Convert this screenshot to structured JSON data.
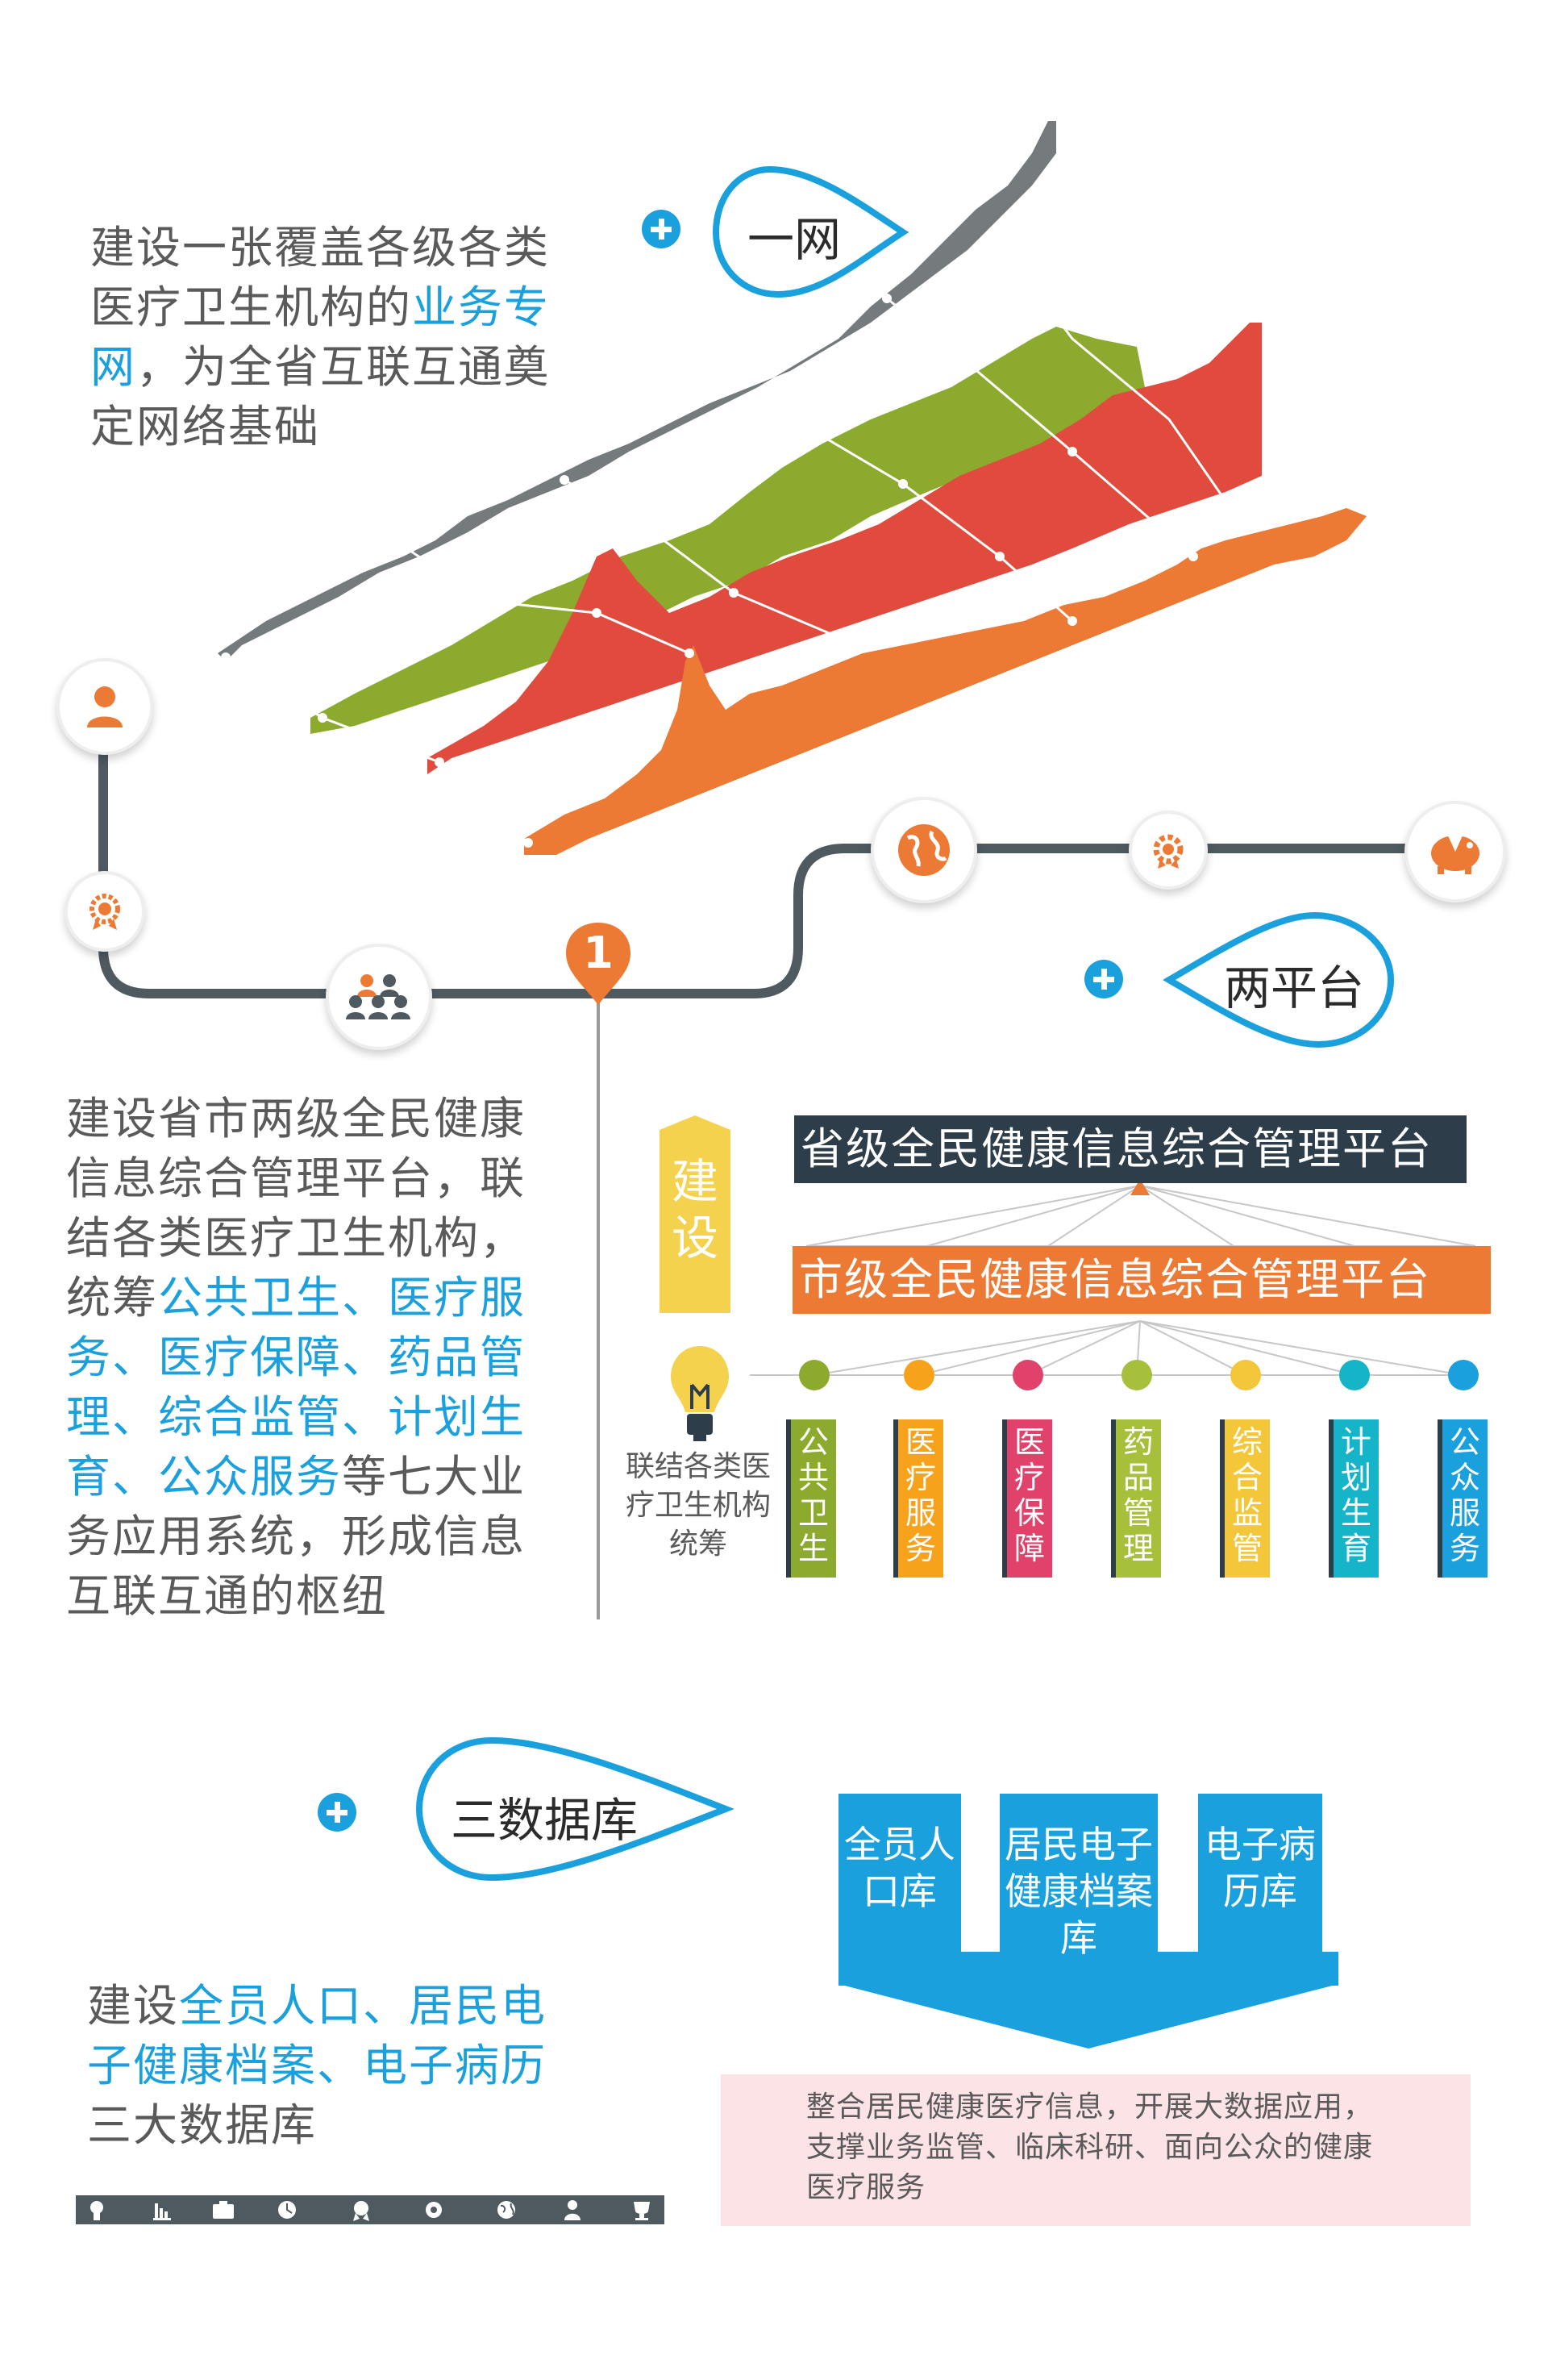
{
  "section1": {
    "label": "一网",
    "text_parts": [
      "建设一张覆盖各级各类医疗卫生机构的",
      "业务专网",
      "，为全省互联互通奠定网络基础"
    ]
  },
  "section2": {
    "label": "两平台",
    "build_label": "建设",
    "provincial_platform": "省级全民健康信息综合管理平台",
    "city_platform": "市级全民健康信息综合管理平台",
    "connect_caption": "联结各类医疗卫生机构统筹",
    "systems": [
      {
        "label": "公共卫生",
        "color": "#8cab2e"
      },
      {
        "label": "医疗服务",
        "color": "#f7a21b"
      },
      {
        "label": "医疗保障",
        "color": "#e0426b"
      },
      {
        "label": "药品管理",
        "color": "#a7c03b"
      },
      {
        "label": "综合监管",
        "color": "#f4c63a"
      },
      {
        "label": "计划生育",
        "color": "#16b4c8"
      },
      {
        "label": "公众服务",
        "color": "#1aa0dd"
      }
    ],
    "text_parts": [
      "建设省市两级全民健康信息综合管理平台，联结各类医疗卫生机构，统筹",
      "公共卫生、医疗服务、医疗保障、药品管理、综合监管、计划生育、公众服务",
      "等七大业务应用系统，形成信息互联互通的枢纽"
    ]
  },
  "section3": {
    "label": "三数据库",
    "databases": [
      "全员人口库",
      "居民电子健康档案库",
      "电子病历库"
    ],
    "summary": "整合居民健康医疗信息，开展大数据应用，支撑业务监管、临床科研、面向公众的健康医疗服务",
    "text_parts": [
      "建设",
      "全员人口、居民电子健康档案、电子病历",
      "三大数据库"
    ]
  },
  "timeline": {
    "pin_number": "1",
    "node_icons": [
      "person-icon",
      "badge-icon",
      "group-icon",
      "globe-icon",
      "gear-icon",
      "piggy-bank-icon"
    ]
  },
  "footer_icons": [
    "bulb-icon",
    "chart-icon",
    "briefcase-icon",
    "clock-icon",
    "badge-icon",
    "gear-icon",
    "globe-icon",
    "person-icon",
    "trophy-icon"
  ],
  "colors": {
    "accent": "#1aa0dd",
    "gray_series": "#757a7d",
    "green_series": "#8cab2e",
    "red_series": "#e04b3e",
    "orange_series": "#ec7a35",
    "dark_bar": "#2d3e4a",
    "orange_bar": "#ec7a35",
    "yellow": "#f4d24e",
    "summary_bg": "#fbe3e6"
  }
}
